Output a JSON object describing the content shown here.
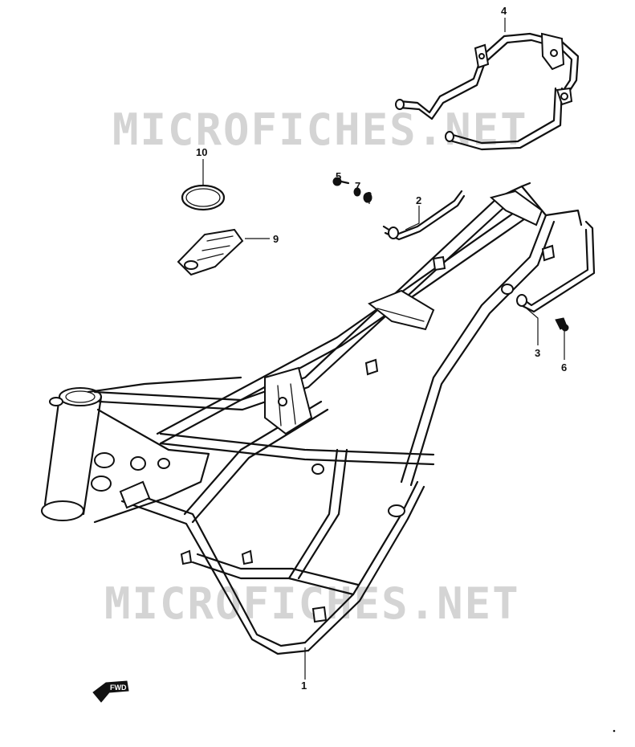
{
  "watermark": {
    "text": "MICROFICHES.NET"
  },
  "callouts": [
    {
      "id": "1",
      "label": "1"
    },
    {
      "id": "2",
      "label": "2"
    },
    {
      "id": "3",
      "label": "3"
    },
    {
      "id": "4",
      "label": "4"
    },
    {
      "id": "5",
      "label": "5"
    },
    {
      "id": "6",
      "label": "6"
    },
    {
      "id": "7",
      "label": "7"
    },
    {
      "id": "8",
      "label": "8"
    },
    {
      "id": "9",
      "label": "9"
    },
    {
      "id": "10",
      "label": "10"
    }
  ],
  "direction_arrow": {
    "label": "FWD",
    "icon": "forward-arrow-icon"
  },
  "colors": {
    "line": "#111111",
    "watermark": "#d4d4d4",
    "background": "#ffffff"
  }
}
